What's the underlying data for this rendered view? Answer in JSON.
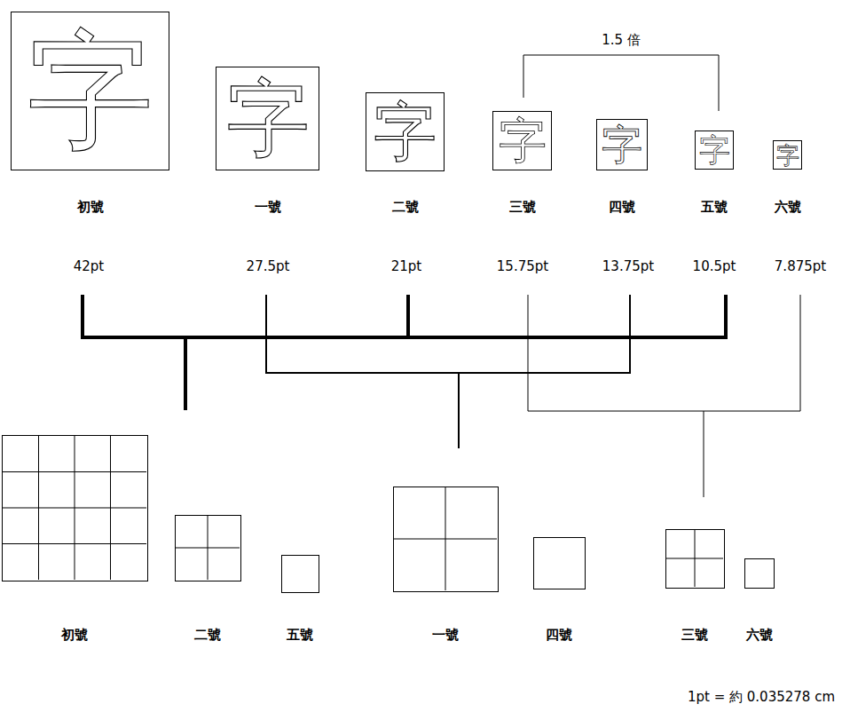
{
  "diagram": {
    "nodes": [
      {
        "text": [
          "字",
          "初號"
        ]
      },
      {
        "text": [
          "字",
          "一號"
        ]
      },
      {
        "text": [
          "字",
          "二號"
        ]
      },
      {
        "text": [
          "字",
          "三號"
        ]
      },
      {
        "text": [
          "字",
          "四號"
        ]
      },
      {
        "text": [
          "字",
          "五號"
        ]
      },
      {
        "text": [
          "字",
          "六號"
        ]
      },
      {
        "text": [
          "初號"
        ]
      },
      {
        "text": [
          "二號"
        ]
      },
      {
        "text": [
          "五號"
        ]
      },
      {
        "text": [
          "一號"
        ]
      },
      {
        "text": [
          "四號"
        ]
      },
      {
        "text": [
          "三號"
        ]
      },
      {
        "text": [
          "六號"
        ]
      }
    ],
    "labels": [
      "1.5 倍",
      "42pt",
      "27.5pt",
      "21pt",
      "15.75pt",
      "13.75pt",
      "10.5pt",
      "7.875pt",
      "1pt = 約 0.035278 cm"
    ]
  }
}
